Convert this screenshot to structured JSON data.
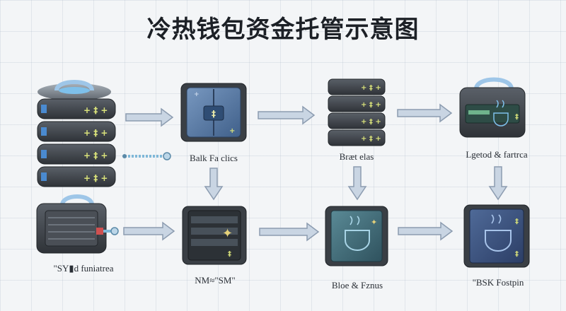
{
  "title": "冷热钱包资金托管示意图",
  "labels": {
    "bank_facilities": "Balk Fa clics",
    "bank_ledger": "Bræt elas",
    "ledger_reference": "Lgetod & fartrca",
    "system_infrastructure": "\"SY▮d funiatrea",
    "nm_sm": "NM≈\"SM\"",
    "blue_focus": "Bloe & Fznus",
    "bsk_fostpin": "\"BSK Fostpin"
  },
  "colors": {
    "arrow": "#b8c6d6",
    "arrow_stroke": "#8c9cb0",
    "server_dark": "#3e4349",
    "panel_blue": "#5d7fa8",
    "panel_teal": "#3f6a78",
    "led_blue": "#5aa0e0",
    "led_green": "#7fd36a"
  }
}
